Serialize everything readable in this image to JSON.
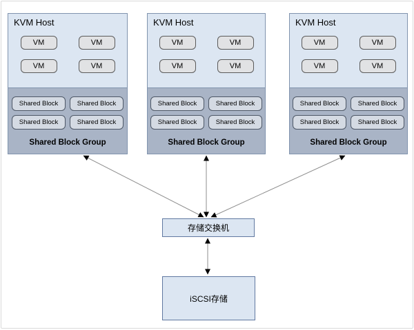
{
  "hosts": [
    {
      "title": "KVM Host",
      "vms": [
        "VM",
        "VM",
        "VM",
        "VM"
      ],
      "shared_blocks": [
        "Shared Block",
        "Shared Block",
        "Shared Block",
        "Shared Block"
      ],
      "group_label": "Shared Block Group"
    },
    {
      "title": "KVM Host",
      "vms": [
        "VM",
        "VM",
        "VM",
        "VM"
      ],
      "shared_blocks": [
        "Shared Block",
        "Shared Block",
        "Shared Block",
        "Shared Block"
      ],
      "group_label": "Shared Block Group"
    },
    {
      "title": "KVM Host",
      "vms": [
        "VM",
        "VM",
        "VM",
        "VM"
      ],
      "shared_blocks": [
        "Shared Block",
        "Shared Block",
        "Shared Block",
        "Shared Block"
      ],
      "group_label": "Shared Block Group"
    }
  ],
  "switch": {
    "label": "存储交换机"
  },
  "storage": {
    "label": "iSCSI存储"
  },
  "colors": {
    "host_fill": "#dce6f2",
    "host_border": "#8093ad",
    "group_fill": "#a9b4c6",
    "vm_fill": "#e1e2e4",
    "shared_block_fill": "#d4dae3",
    "node_fill": "#dce6f2",
    "node_border": "#6078a0",
    "connector_line": "#8c8c8c",
    "arrowhead": "#000000"
  }
}
